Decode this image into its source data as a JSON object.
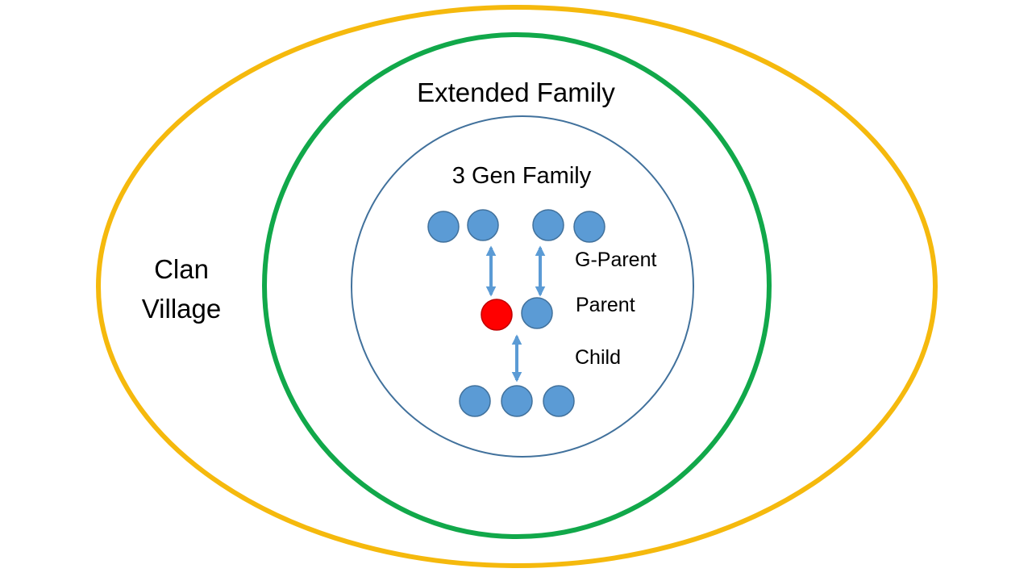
{
  "diagram": {
    "labels": {
      "clan_line1": "Clan",
      "clan_line2": "Village",
      "extended_family": "Extended Family",
      "three_gen_family": "3 Gen Family",
      "g_parent": "G-Parent",
      "parent": "Parent",
      "child": "Child"
    },
    "colors": {
      "clan_ring": "#F5B90D",
      "extended_ring": "#11A84A",
      "family_ring": "#41719C",
      "person_fill": "#5B9BD5",
      "person_stroke": "#41719C",
      "self_fill": "#FF0000",
      "self_stroke": "#C00000",
      "arrow": "#5B9BD5",
      "text": "#000000"
    }
  }
}
